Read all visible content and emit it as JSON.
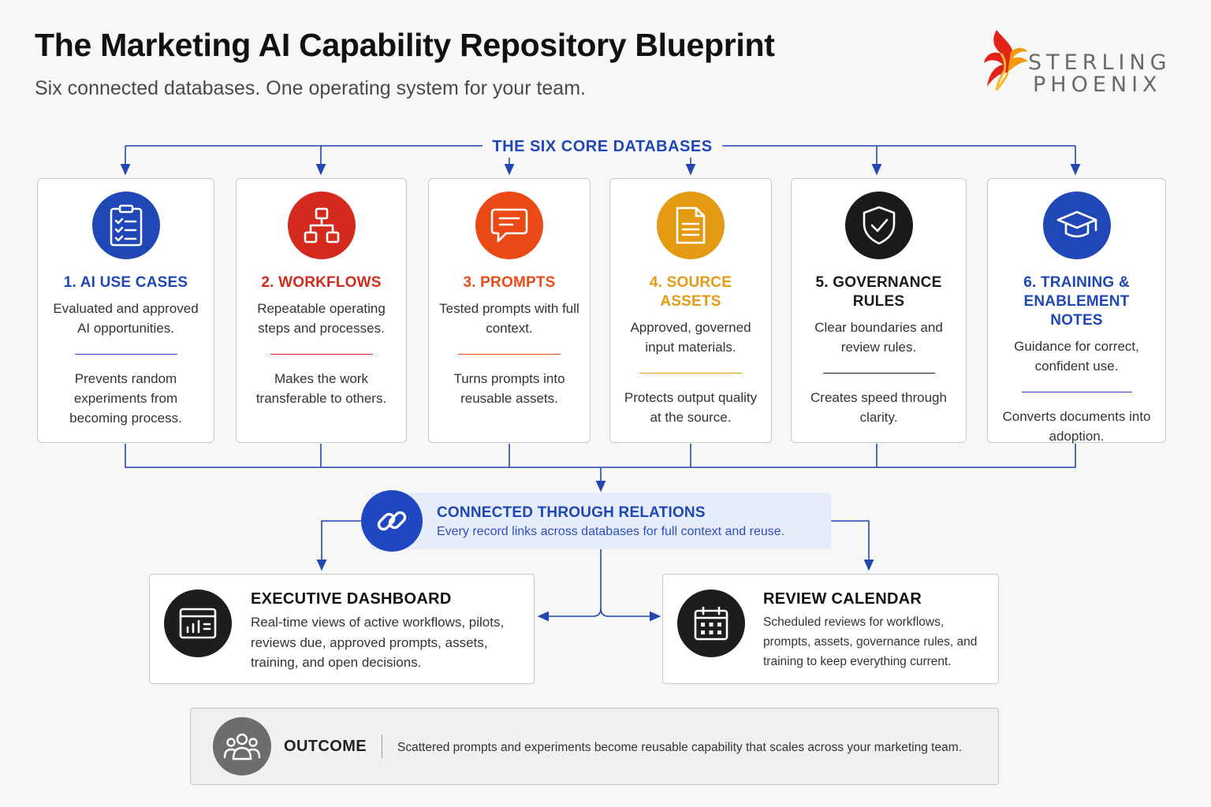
{
  "header": {
    "title": "The Marketing AI Capability Repository Blueprint",
    "subtitle": "Six connected databases. One operating system for your team."
  },
  "logo": {
    "line1": "STERLING",
    "line2": "PHOENIX",
    "icon": "phoenix-bird-icon",
    "colors": [
      "#e2231a",
      "#f39c12"
    ]
  },
  "section_label": "THE SIX CORE DATABASES",
  "databases": [
    {
      "title": "1. AI USE CASES",
      "description": "Evaluated and approved AI opportunities.",
      "benefit": "Prevents random experiments from becoming process.",
      "color": "#1f47b5",
      "icon": "clipboard-checklist-icon"
    },
    {
      "title": "2. WORKFLOWS",
      "description": "Repeatable operating steps and processes.",
      "benefit": "Makes the work transferable to others.",
      "color": "#d42a1e",
      "icon": "workflow-hierarchy-icon"
    },
    {
      "title": "3. PROMPTS",
      "description": "Tested prompts with full context.",
      "benefit": "Turns prompts into reusable assets.",
      "color": "#eb4a17",
      "icon": "chat-bubble-icon"
    },
    {
      "title": "4. SOURCE ASSETS",
      "description": "Approved, governed input materials.",
      "benefit": "Protects output quality at the source.",
      "color": "#e59a13",
      "icon": "document-icon"
    },
    {
      "title": "5. GOVERNANCE RULES",
      "description": "Clear boundaries and review rules.",
      "benefit": "Creates speed through clarity.",
      "color": "#1a1a1a",
      "icon": "shield-check-icon"
    },
    {
      "title": "6. TRAINING & ENABLEMENT NOTES",
      "description": "Guidance for correct, confident use.",
      "benefit": "Converts documents into adoption.",
      "color": "#1f47b5",
      "icon": "graduation-cap-icon"
    }
  ],
  "relations": {
    "title": "CONNECTED THROUGH RELATIONS",
    "text": "Every record links across databases for full context and reuse.",
    "icon": "link-chain-icon",
    "color": "#1f47c2"
  },
  "dashboard": {
    "title": "EXECUTIVE DASHBOARD",
    "text": "Real-time views of active workflows, pilots, reviews due, approved prompts, assets, training, and open decisions.",
    "icon": "dashboard-chart-icon"
  },
  "calendar": {
    "title": "REVIEW CALENDAR",
    "text": "Scheduled reviews for workflows, prompts, assets, governance rules, and training to keep everything current.",
    "icon": "calendar-icon"
  },
  "outcome": {
    "label": "OUTCOME",
    "text": "Scattered prompts and experiments become reusable capability that scales across your marketing team.",
    "icon": "team-people-icon"
  },
  "connector_color": "#2447b0"
}
